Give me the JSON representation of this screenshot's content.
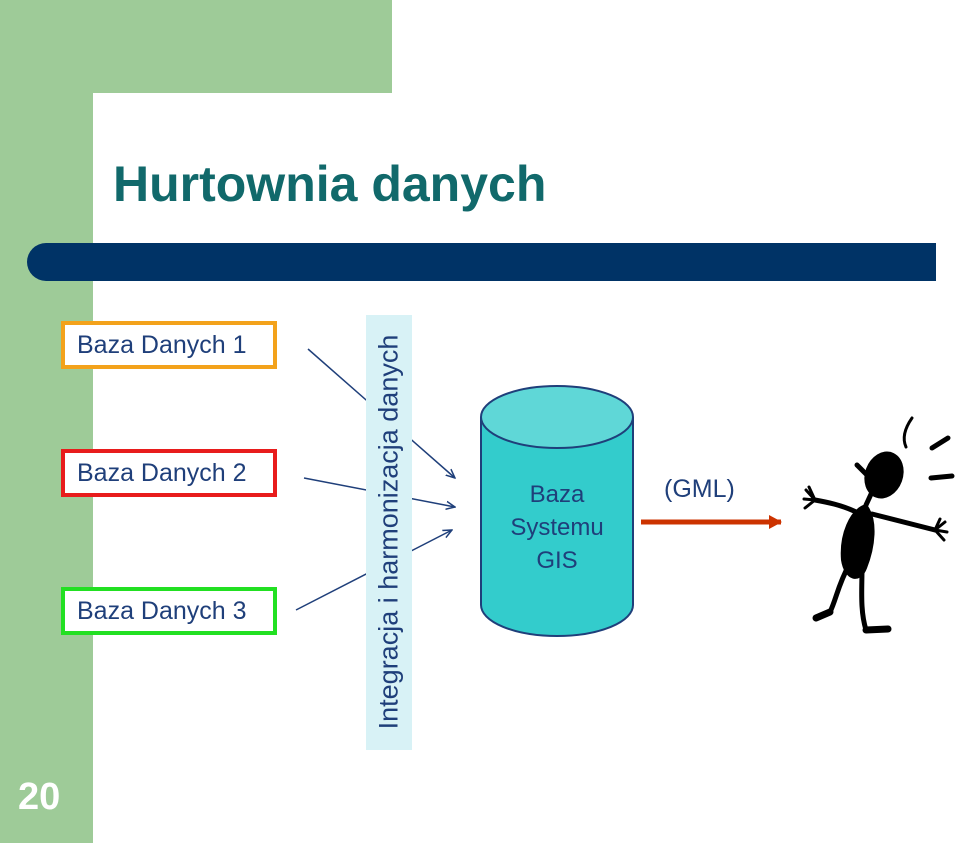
{
  "slide": {
    "number": "20",
    "title": "Hurtownia danych"
  },
  "sources": [
    {
      "label": "Baza Danych 1",
      "color": "#f3a21b"
    },
    {
      "label": "Baza Danych 2",
      "color": "#e81c1c"
    },
    {
      "label": "Baza Danych 3",
      "color": "#22e022"
    }
  ],
  "integration": {
    "label": "Integracja i harmonizacja danych"
  },
  "target": {
    "lines": [
      "Baza",
      "Systemu",
      "GIS"
    ]
  },
  "output": {
    "label": "(GML)",
    "arrow_color": "#cc3300"
  },
  "colors": {
    "theme_green": "#9ecb98",
    "title_teal": "#11696b",
    "bar_navy": "#003366",
    "text_blue": "#1f3f7a",
    "cylinder_fill": "#33cccc"
  },
  "icons": [
    "person-figure-icon"
  ]
}
